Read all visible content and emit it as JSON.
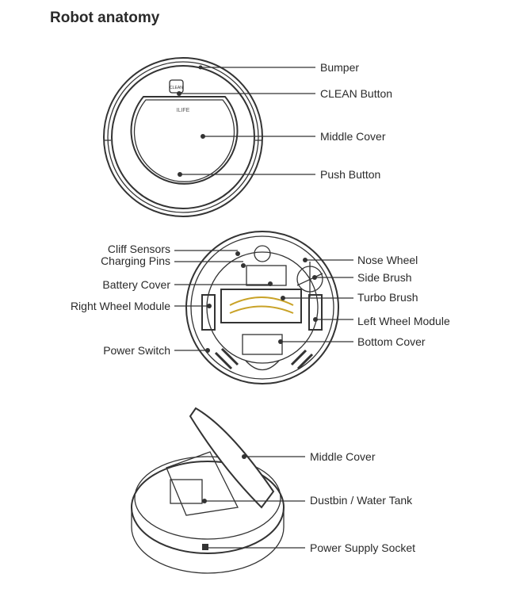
{
  "title": "Robot anatomy",
  "top_view": {
    "logo_text": "ILIFE",
    "button_text": "CLEAN",
    "labels": [
      "Bumper",
      "CLEAN Button",
      "Middle Cover",
      "Push Button"
    ]
  },
  "bottom_view": {
    "left_labels": [
      "Cliff Sensors",
      "Charging Pins",
      "Battery Cover",
      "Right Wheel Module",
      "Power Switch"
    ],
    "right_labels": [
      "Nose Wheel",
      "Side Brush",
      "Turbo Brush",
      "Left Wheel Module",
      "Bottom Cover"
    ]
  },
  "open_view": {
    "labels": [
      "Middle Cover",
      "Dustbin / Water Tank",
      "Power Supply Socket"
    ]
  },
  "colors": {
    "line": "#333333",
    "brush": "#c9a227"
  }
}
